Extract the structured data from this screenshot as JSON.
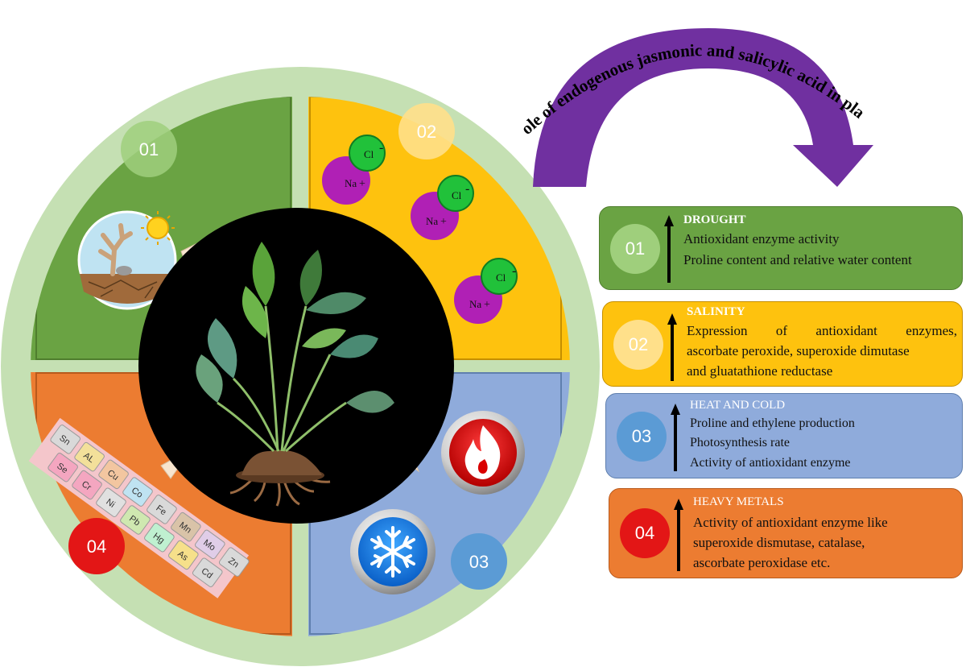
{
  "title": "Role of endogenous jasmonic and salicylic acid in plant",
  "colors": {
    "drought": "#6aa343",
    "salinity": "#fec20e",
    "heat_cold": "#8fabdb",
    "heavy_metals": "#ec7c31",
    "ring": "#c5e0b3",
    "arrow": "#7030a0"
  },
  "wheel": {
    "labels": [
      "01",
      "02",
      "03",
      "04"
    ],
    "ions": [
      {
        "anion": "Cl",
        "cation": "Na",
        "anion_charge": "-",
        "cation_charge": "+"
      },
      {
        "anion": "Cl",
        "cation": "Na",
        "anion_charge": "-",
        "cation_charge": "+"
      },
      {
        "anion": "Cl",
        "cation": "Na",
        "anion_charge": "-",
        "cation_charge": "+"
      }
    ],
    "elements": [
      "Sn",
      "Se",
      "AL",
      "Cr",
      "Cu",
      "Ni",
      "Co",
      "Pb",
      "Fe",
      "Hg",
      "Mn",
      "As",
      "Mo",
      "Cd",
      "Zn"
    ]
  },
  "cards": [
    {
      "num": "01",
      "title": "DROUGHT",
      "lines": [
        "Antioxidant enzyme activity",
        "Proline content and relative water content"
      ]
    },
    {
      "num": "02",
      "title": "SALINITY",
      "lines": [
        "Expression of antioxidant enzymes,",
        "ascorbate peroxide, superoxide dimutase",
        "and gluatathione reductase"
      ]
    },
    {
      "num": "03",
      "title": "HEAT AND COLD",
      "lines": [
        "Proline and ethylene production",
        "Photosynthesis rate",
        "Activity of antioxidant enzyme"
      ]
    },
    {
      "num": "04",
      "title": "HEAVY METALS",
      "lines": [
        "Activity of antioxidant enzyme like",
        "superoxide dismutase, catalase,",
        "ascorbate peroxidase etc."
      ]
    }
  ]
}
